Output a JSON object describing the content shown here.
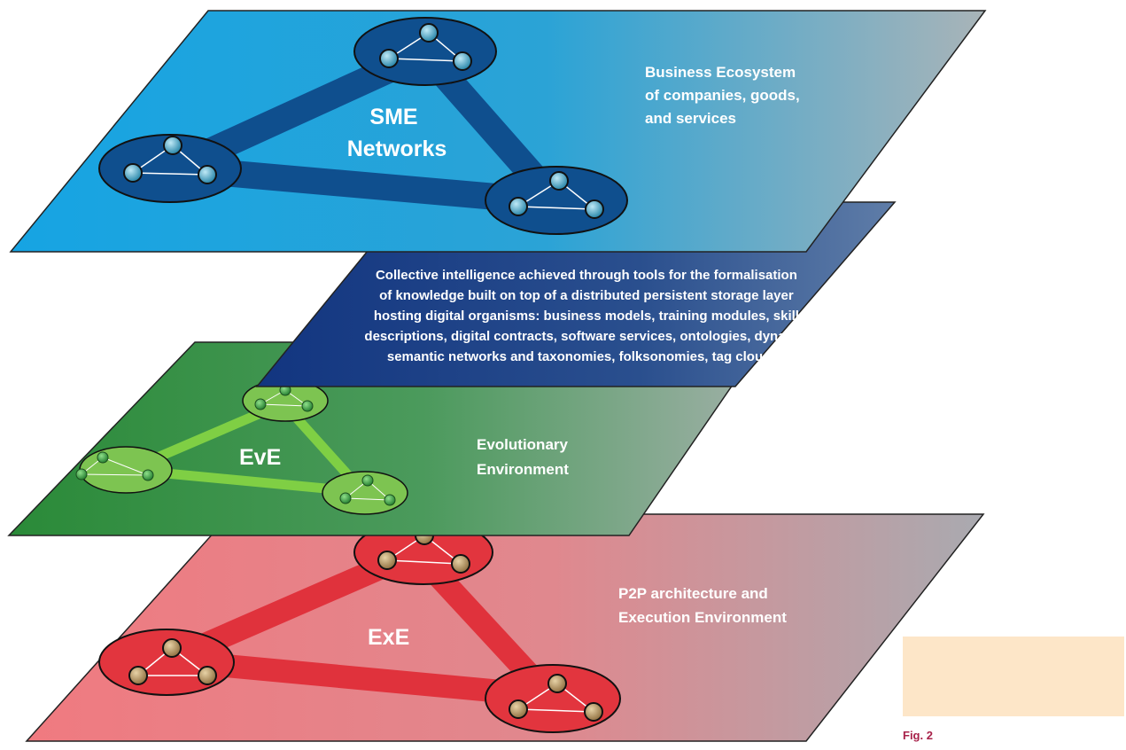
{
  "layers": {
    "business": {
      "center_label": [
        "SME",
        "Networks"
      ],
      "side_label": [
        "Business Ecosystem",
        "of companies, goods,",
        "and services"
      ]
    },
    "knowledge": {
      "text": [
        "Collective intelligence achieved through tools for the formalisation",
        "of knowledge built on top of a distributed persistent storage layer",
        "hosting digital organisms: business models, training modules, skill",
        "descriptions, digital contracts, software services, ontologies, dynamic",
        "semantic networks and taxonomies, folksonomies, tag clouds..."
      ]
    },
    "evolutionary": {
      "center_label": [
        "EvE"
      ],
      "side_label": [
        "Evolutionary",
        "Environment"
      ]
    },
    "execution": {
      "center_label": [
        "ExE"
      ],
      "side_label": [
        "P2P architecture and",
        "Execution Environment"
      ]
    }
  },
  "caption": "Fig. 2",
  "colors": {
    "business_plane": "#1aa6e0",
    "knowledge_plane": "#17397e",
    "evolutionary_plane": "#2e8a3c",
    "execution_plane": "#e86a72",
    "caption_box": "#fde6c8",
    "caption_text": "#a8224a"
  }
}
